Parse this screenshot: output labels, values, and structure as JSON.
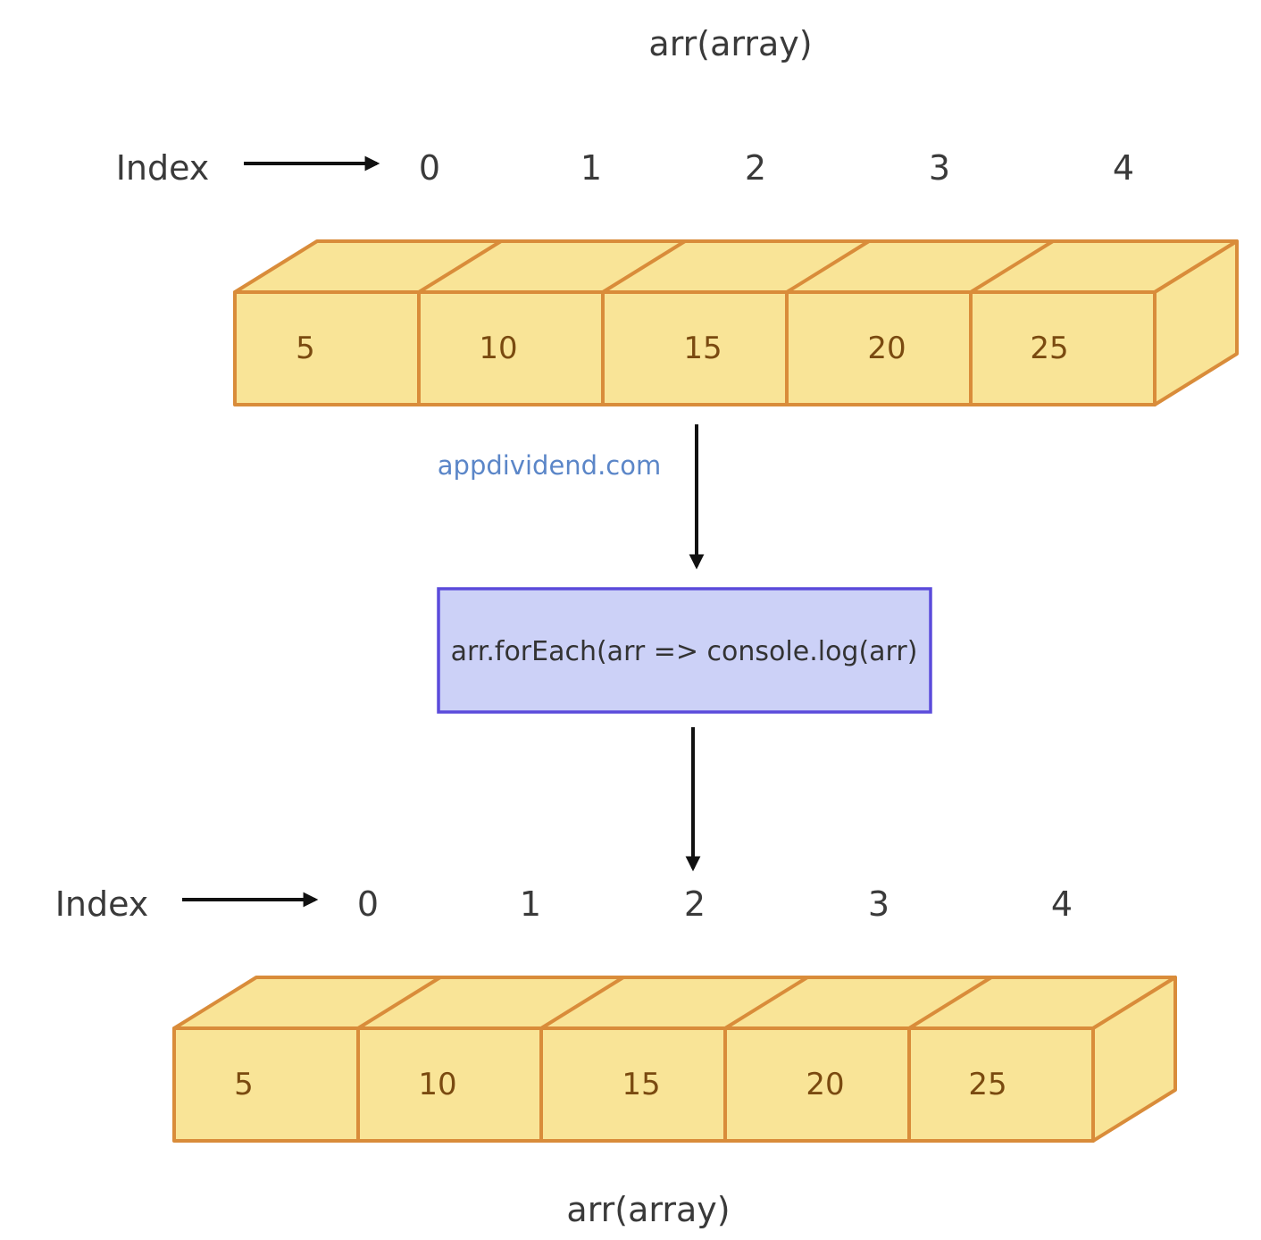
{
  "colors": {
    "cell_fill": "#f9e497",
    "cell_stroke": "#d98c3a",
    "cell_text": "#7a4a10",
    "process_fill": "#ccd1f7",
    "process_stroke": "#5b4bdb",
    "arrow": "#111111",
    "label_text": "#3a3a3a",
    "watermark_text": "#5b86c8"
  },
  "top_array": {
    "title": "arr(array)",
    "index_label": "Index",
    "indices": [
      "0",
      "1",
      "2",
      "3",
      "4"
    ],
    "values": [
      "5",
      "10",
      "15",
      "20",
      "25"
    ]
  },
  "watermark": "appdividend.com",
  "process": {
    "code": "arr.forEach(arr => console.log(arr)"
  },
  "bottom_array": {
    "title": "arr(array)",
    "index_label": "Index",
    "indices": [
      "0",
      "1",
      "2",
      "3",
      "4"
    ],
    "values": [
      "5",
      "10",
      "15",
      "20",
      "25"
    ]
  }
}
